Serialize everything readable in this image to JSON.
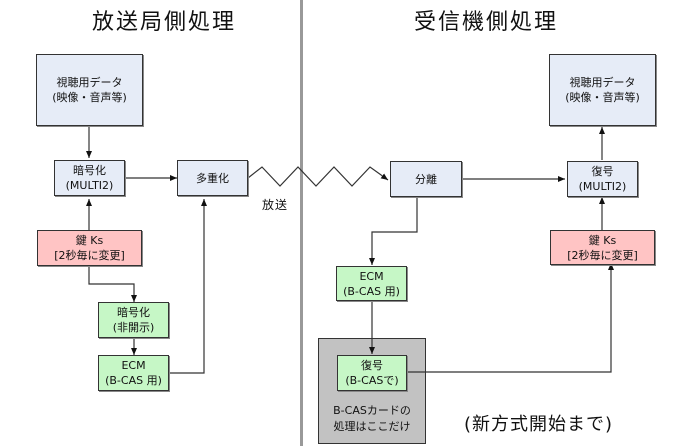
{
  "titles": {
    "left": "放送局側処理",
    "right": "受信機側処理"
  },
  "colors": {
    "data_box": "#e6ecf7",
    "key_box": "#ffc4c4",
    "bcas_box": "#c6f7c6",
    "bcas_region": "#c2c2c2",
    "divider": "#999999"
  },
  "broadcaster": {
    "source": {
      "line1": "視聴用データ",
      "line2": "(映像・音声等)"
    },
    "encrypt": {
      "line1": "暗号化",
      "line2": "(MULTI2)"
    },
    "multiplex": {
      "line1": "多重化"
    },
    "key": {
      "line1": "鍵 Ks",
      "line2": "[2秒毎に変更]"
    },
    "encrypt_secret": {
      "line1": "暗号化",
      "line2": "(非開示)"
    },
    "ecm": {
      "line1": "ECM",
      "line2": "(B-CAS 用)"
    }
  },
  "link": {
    "label": "放送"
  },
  "receiver": {
    "output": {
      "line1": "視聴用データ",
      "line2": "(映像・音声等)"
    },
    "demux": {
      "line1": "分離"
    },
    "decrypt": {
      "line1": "復号",
      "line2": "(MULTI2)"
    },
    "ecm": {
      "line1": "ECM",
      "line2": "(B-CAS 用)"
    },
    "key": {
      "line1": "鍵 Ks",
      "line2": "[2秒毎に変更]"
    },
    "bcas_decrypt": {
      "line1": "復号",
      "line2": "(B-CASで)"
    },
    "bcas_region_label": {
      "line1": "B-CASカードの",
      "line2": "処理はここだけ"
    }
  },
  "footnote": "(新方式開始まで)"
}
